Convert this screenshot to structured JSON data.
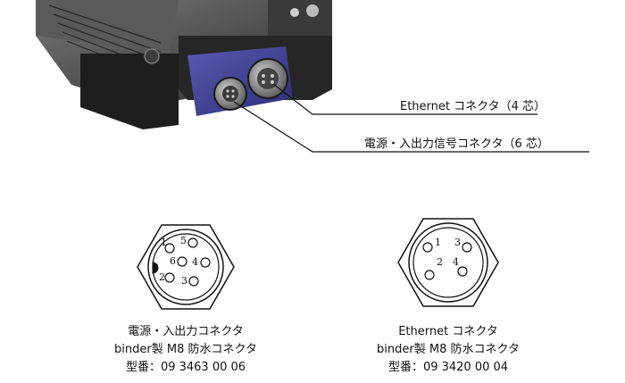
{
  "callouts": {
    "ethernet": "Ethernet コネクタ（4 芯）",
    "power_io": "電源・入出力信号コネクタ（6 芯）"
  },
  "connectors": {
    "six_pin": {
      "pins": [
        "1",
        "5",
        "6",
        "4",
        "2",
        "3"
      ],
      "caption": {
        "line1": "電源・入出力コネクタ",
        "line2": "binder製 M8 防水コネクタ",
        "line3": "型番：09 3463 00 06"
      }
    },
    "four_pin": {
      "pins": [
        "1",
        "3",
        "2",
        "4"
      ],
      "caption": {
        "line1": "Ethernet コネクタ",
        "line2": "binder製 M8 防水コネクタ",
        "line3": "型番：09 3420 00 04"
      }
    }
  }
}
